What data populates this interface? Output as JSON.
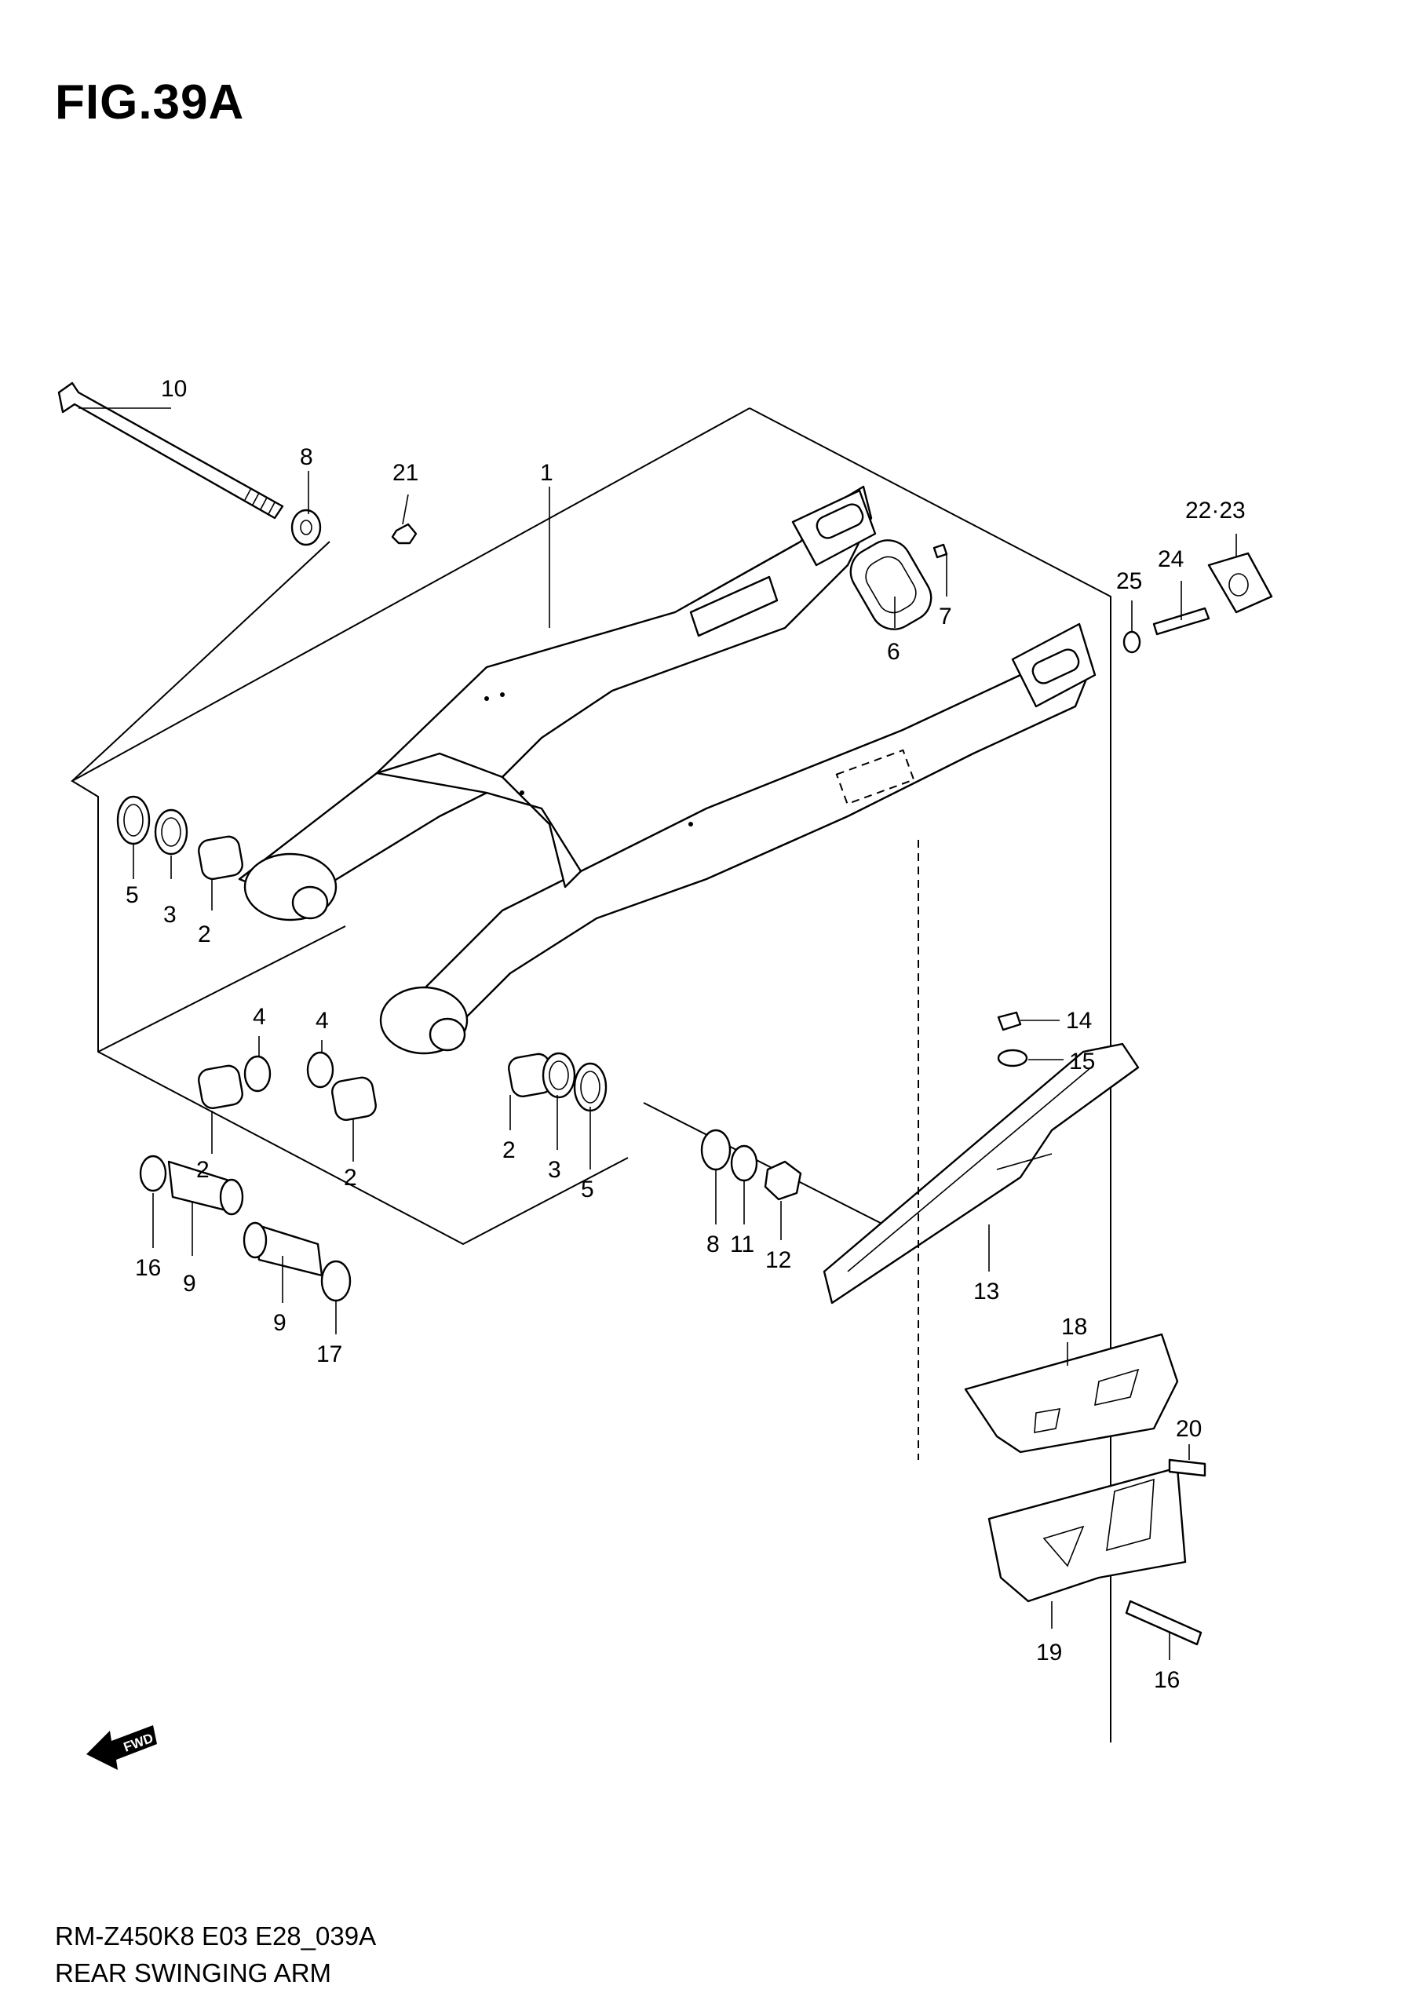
{
  "figure": {
    "title": "FIG.39A",
    "code": "RM-Z450K8 E03 E28_039A",
    "name": "REAR SWINGING ARM"
  },
  "fwd_label": "FWD",
  "callouts": [
    "1",
    "2",
    "2",
    "2",
    "2",
    "3",
    "3",
    "4",
    "4",
    "5",
    "5",
    "6",
    "7",
    "8",
    "8",
    "9",
    "9",
    "10",
    "11",
    "12",
    "13",
    "14",
    "15",
    "16",
    "16",
    "17",
    "18",
    "19",
    "20",
    "21",
    "22·23",
    "24",
    "25"
  ],
  "icons": [
    "fwd-arrow-icon"
  ]
}
